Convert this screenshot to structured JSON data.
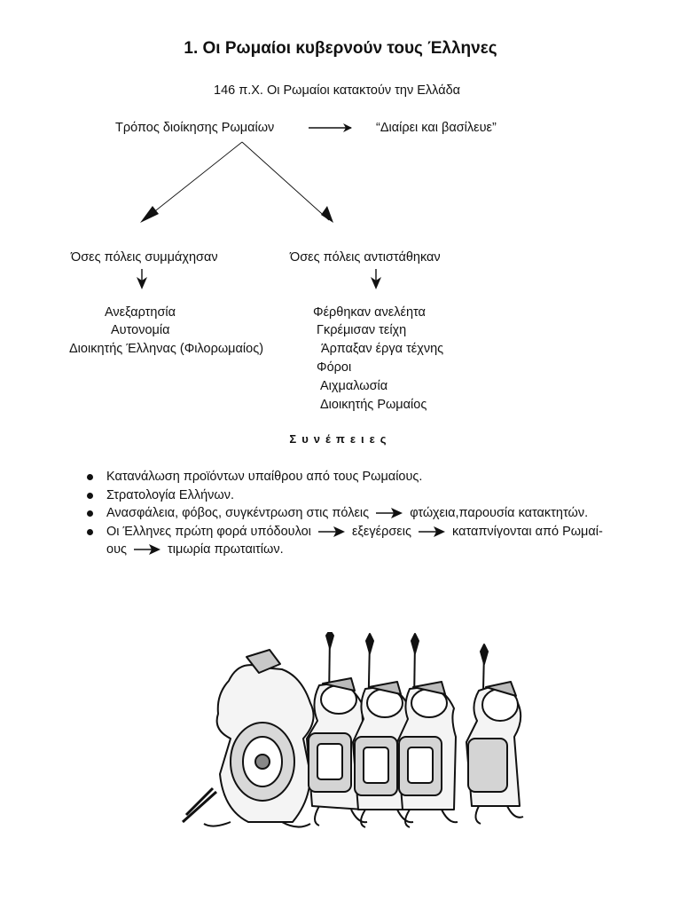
{
  "title": "1. Οι Ρωμαίοι κυβερνούν τους Έλληνες",
  "subtitle": "146 π.Χ. Οι Ρωμαίοι κατακτούν την Ελλάδα",
  "governance": {
    "left_label": "Τρόπος διοίκησης Ρωμαίων",
    "right_label": "“Διαίρει και βασίλευε”"
  },
  "allied": {
    "heading": "Όσες πόλεις συμμάχησαν",
    "items": [
      "Ανεξαρτησία",
      "Αυτονομία",
      "Διοικητής Έλληνας (Φιλορωμαίος)"
    ]
  },
  "resisted": {
    "heading": "Όσες πόλεις αντιστάθηκαν",
    "items": [
      "Φέρθηκαν ανελέητα",
      "Γκρέμισαν τείχη",
      "Άρπαξαν έργα τέχνης",
      "Φόροι",
      "Αιχμαλωσία",
      "Διοικητής Ρωμαίος"
    ]
  },
  "consequences": {
    "heading": "Συνέπειες",
    "b1": "Κατανάλωση προϊόντων υπαίθρου από τους Ρωμαίους.",
    "b2": "Στρατολογία Ελλήνων.",
    "b3a": "Ανασφάλεια, φόβος, συγκέντρωση στις πόλεις",
    "b3b": "φτώχεια,παρουσία κατακτητών.",
    "b4a": "Οι Έλληνες πρώτη φορά υπόδουλοι",
    "b4b": "εξεγέρσεις",
    "b4c": "καταπνίγονται από Ρωμαί-",
    "b4d": "ους",
    "b4e": "τιμωρία πρωταιτίων."
  },
  "illustration": "roman-soldiers-cartoon"
}
